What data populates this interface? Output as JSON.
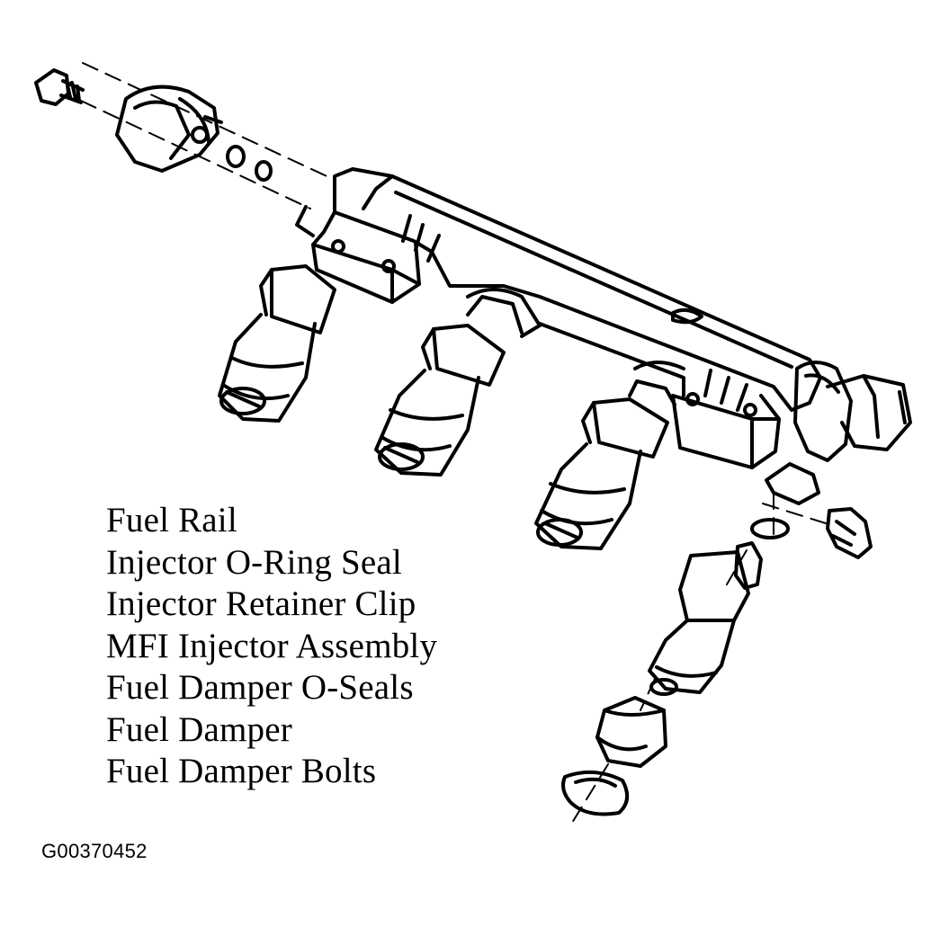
{
  "legend": {
    "items": [
      "Fuel Rail",
      "Injector O-Ring Seal",
      "Injector Retainer Clip",
      "MFI Injector Assembly",
      "Fuel Damper O-Seals",
      "Fuel Damper",
      "Fuel Damper Bolts"
    ]
  },
  "figure_id": "G00370452",
  "colors": {
    "line": "#000000",
    "background": "#ffffff"
  }
}
